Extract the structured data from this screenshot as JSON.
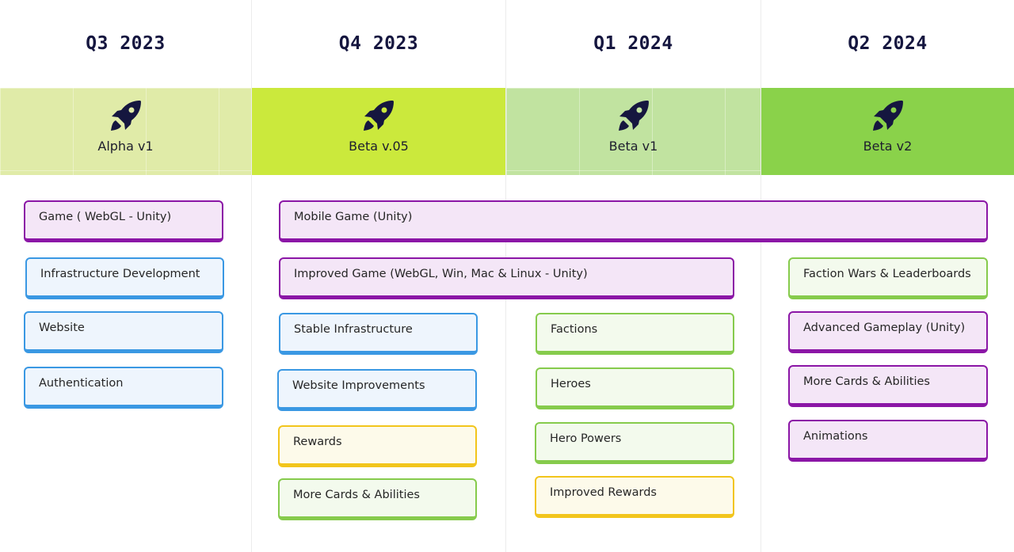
{
  "quarters": [
    "Q3 2023",
    "Q4 2023",
    "Q1 2024",
    "Q2 2024"
  ],
  "releases": [
    {
      "label": "Alpha v1",
      "icon": "rocket-icon",
      "color": "#e0eba8"
    },
    {
      "label": "Beta v.05",
      "icon": "rocket-icon",
      "color": "#cbe93c"
    },
    {
      "label": "Beta v1",
      "icon": "rocket-icon",
      "color": "#c1e3a0"
    },
    {
      "label": "Beta v2",
      "icon": "rocket-icon",
      "color": "#8ad24a"
    }
  ],
  "colors": {
    "purple": "#8b16a6",
    "blue": "#3a98e3",
    "green": "#86cb4c",
    "yellow": "#f2c51c",
    "title": "#15163f"
  },
  "items": {
    "q3": [
      "Game ( WebGL - Unity)",
      "Infrastructure Development",
      "Website",
      "Authentication"
    ],
    "spanning": [
      "Mobile Game (Unity)",
      "Improved Game (WebGL, Win, Mac & Linux - Unity)"
    ],
    "q4": [
      "Stable Infrastructure",
      "Website Improvements",
      "Rewards",
      "More Cards & Abilities"
    ],
    "q1": [
      "Factions",
      "Heroes",
      "Hero Powers",
      "Improved Rewards"
    ],
    "q2": [
      "Faction Wars & Leaderboards",
      "Advanced Gameplay (Unity)",
      "More Cards & Abilities",
      "Animations"
    ]
  }
}
